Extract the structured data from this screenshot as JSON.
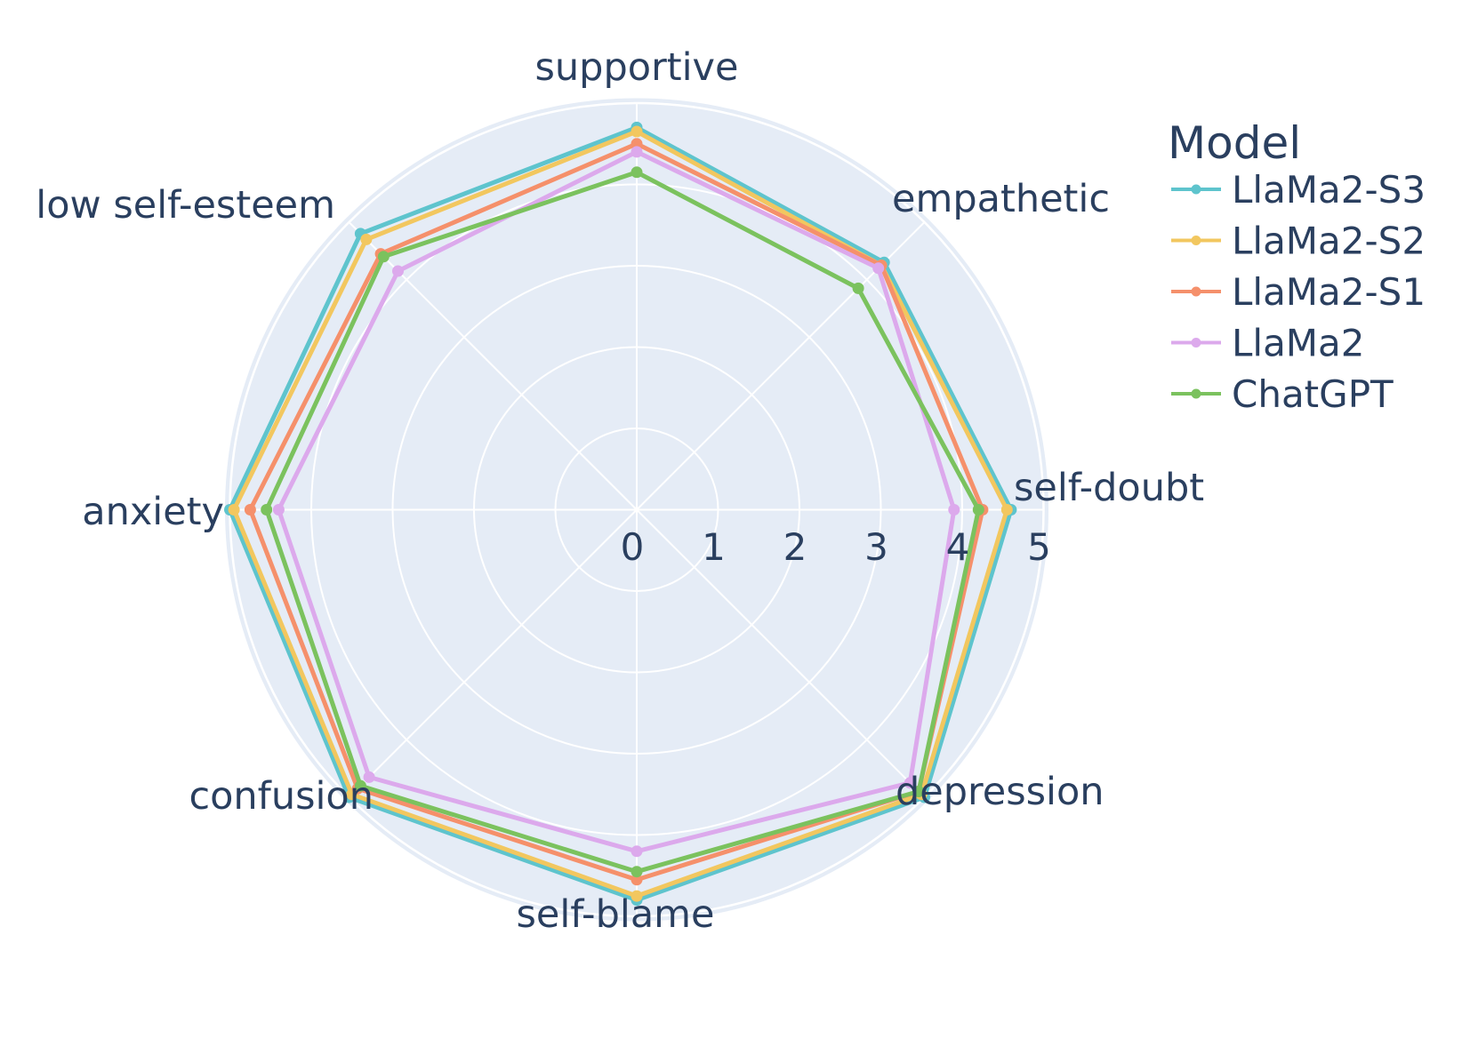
{
  "figure": {
    "kind": "radar-polar-figure",
    "text_color": "#2a3f5f",
    "polar_bg_color": "#e5ecf6",
    "grid_color": "#ffffff",
    "page_bg_color": "#ffffff"
  },
  "legend": {
    "title": "Model",
    "items": [
      {
        "label": "LlaMa2-S3",
        "color": "#5ec4cd"
      },
      {
        "label": "LlaMa2-S2",
        "color": "#f2c75f"
      },
      {
        "label": "LlaMa2-S1",
        "color": "#f5906b"
      },
      {
        "label": "LlaMa2",
        "color": "#dca9ec"
      },
      {
        "label": "ChatGPT",
        "color": "#7bc25e"
      }
    ]
  },
  "chart_data": {
    "type": "radar",
    "gridshape": "circular",
    "categories": [
      "supportive",
      "empathetic",
      "self-doubt",
      "depression",
      "self-blame",
      "confusion",
      "anxiety",
      "low self-esteem"
    ],
    "angles_deg": [
      90,
      45,
      0,
      -45,
      -90,
      -135,
      -180,
      -225
    ],
    "series": [
      {
        "name": "LlaMa2-S3",
        "color": "#5ec4cd",
        "values": [
          4.7,
          4.3,
          4.6,
          5.0,
          4.8,
          5.0,
          5.0,
          4.8
        ]
      },
      {
        "name": "LlaMa2-S2",
        "color": "#f2c75f",
        "values": [
          4.65,
          4.25,
          4.55,
          4.95,
          4.75,
          4.95,
          4.95,
          4.7
        ]
      },
      {
        "name": "LlaMa2-S1",
        "color": "#f5906b",
        "values": [
          4.5,
          4.25,
          4.25,
          4.9,
          4.55,
          4.85,
          4.75,
          4.45
        ]
      },
      {
        "name": "LlaMa2",
        "color": "#dca9ec",
        "values": [
          4.4,
          4.2,
          3.9,
          4.75,
          4.2,
          4.65,
          4.4,
          4.15
        ]
      },
      {
        "name": "ChatGPT",
        "color": "#7bc25e",
        "values": [
          4.15,
          3.85,
          4.2,
          4.9,
          4.45,
          4.8,
          4.55,
          4.4
        ]
      }
    ],
    "radial_axis": {
      "tick_labels": [
        "0",
        "1",
        "2",
        "3",
        "4",
        "5"
      ],
      "tick_values": [
        0,
        1,
        2,
        3,
        4,
        5
      ],
      "range": [
        0,
        5
      ]
    },
    "legend_title": "Model",
    "legend_position": "top-right",
    "grid": true
  }
}
